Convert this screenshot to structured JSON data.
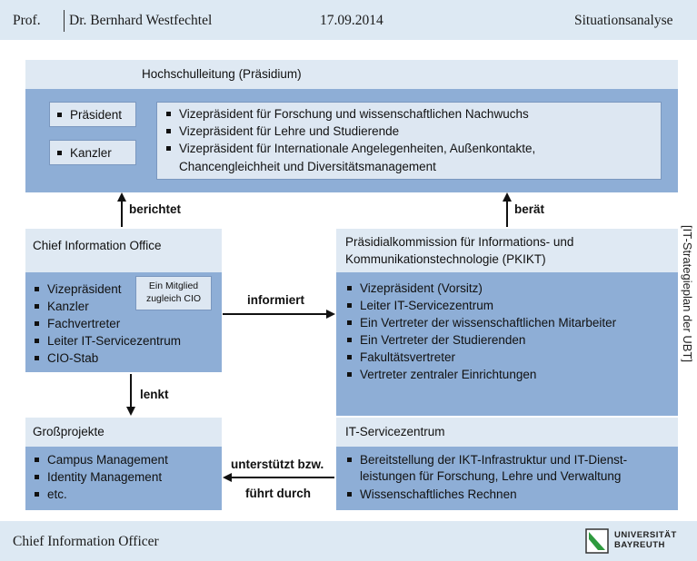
{
  "header": {
    "author_prefix": "Prof.",
    "author_name": "Dr. Bernhard Westfechtel",
    "date": "17.09.2014",
    "section": "Situationsanalyse"
  },
  "footer": {
    "title": "Chief Information Officer",
    "logo_line1": "UNIVERSITÄT",
    "logo_line2": "BAYREUTH"
  },
  "side_label": "[IT-Strategieplan der UBT]",
  "hochschulleitung": {
    "title": "Hochschulleitung (Präsidium)",
    "left_items": [
      "Präsident",
      "Kanzler"
    ],
    "right_items": [
      "Vizepräsident für Forschung und wissenschaftlichen Nachwuchs",
      "Vizepräsident für Lehre und Studierende",
      "Vizepräsident für Internationale Angelegenheiten, Außenkontakte,",
      "Chancengleichheit und Diversitätsmanagement"
    ]
  },
  "cio_office": {
    "title": "Chief Information Office",
    "items": [
      "Vizepräsident",
      "Kanzler",
      "Fachvertreter",
      "Leiter IT-Servicezentrum",
      "CIO-Stab"
    ],
    "note_line1": "Ein Mitglied",
    "note_line2": "zugleich CIO"
  },
  "pkikt": {
    "title_line1": "Präsidialkommission für Informations- und",
    "title_line2": "Kommunikationstechnologie (PKIKT)",
    "items": [
      "Vizepräsident (Vorsitz)",
      "Leiter IT-Servicezentrum",
      "Ein Vertreter der wissenschaftlichen Mitarbeiter",
      "Ein Vertreter der Studierenden",
      "Fakultätsvertreter",
      "Vertreter zentraler Einrichtungen"
    ]
  },
  "grossprojekte": {
    "title": "Großprojekte",
    "items": [
      "Campus Management",
      "Identity Management",
      "etc."
    ]
  },
  "it_servicezentrum": {
    "title": "IT-Servicezentrum",
    "items": [
      "Bereitstellung der IKT-Infrastruktur und IT-Dienst-",
      "Wissenschaftliches Rechnen"
    ],
    "item1_cont": "leistungen für Forschung, Lehre und Verwaltung"
  },
  "relations": {
    "berichtet": "berichtet",
    "beraet": "berät",
    "informiert": "informiert",
    "lenkt": "lenkt",
    "unterstuetzt_line1": "unterstützt bzw.",
    "unterstuetzt_line2": "führt durch"
  }
}
